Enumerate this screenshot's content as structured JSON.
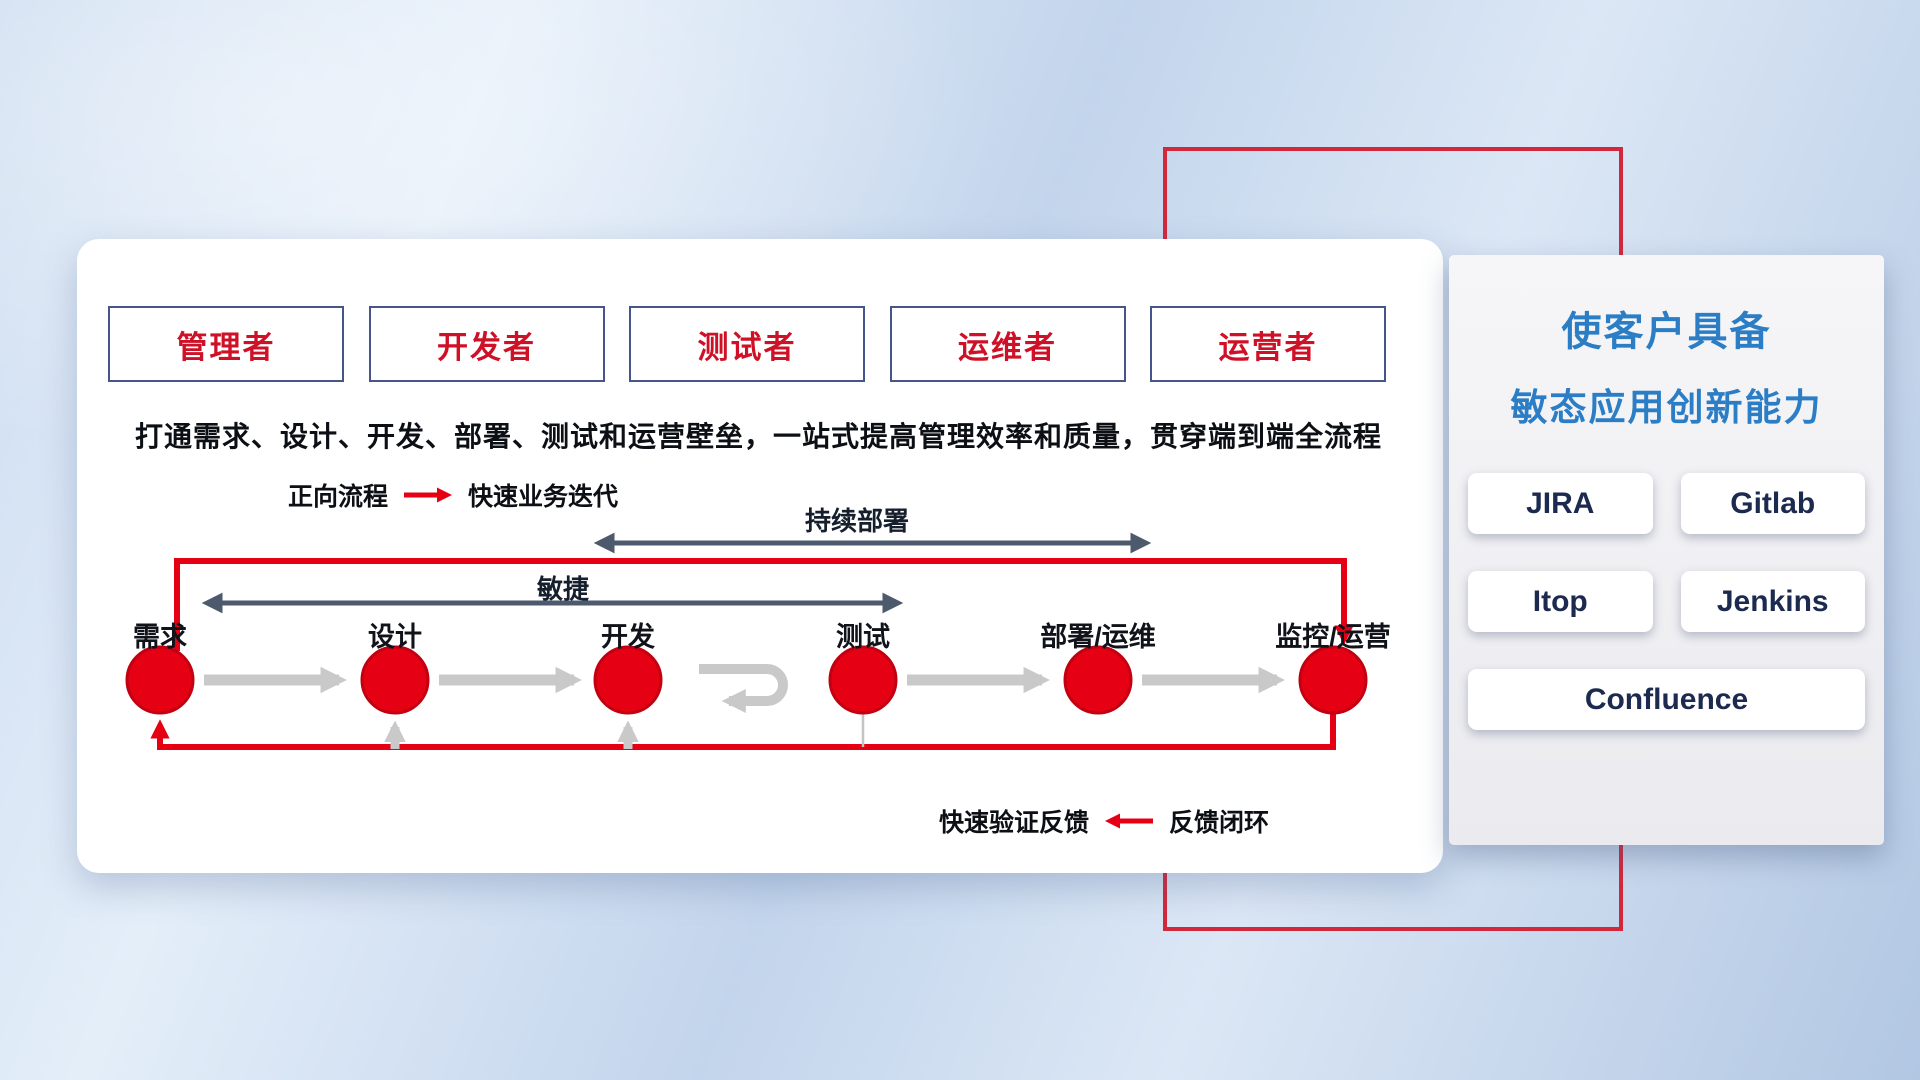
{
  "roles": [
    {
      "label": "管理者"
    },
    {
      "label": "开发者"
    },
    {
      "label": "测试者"
    },
    {
      "label": "运维者"
    },
    {
      "label": "运营者"
    }
  ],
  "subtitle": "打通需求、设计、开发、部署、测试和运营壁垒，一站式提高管理效率和质量，贯穿端到端全流程",
  "legend_forward": {
    "label": "正向流程",
    "value": "快速业务迭代"
  },
  "flow": {
    "stages": [
      "需求",
      "设计",
      "开发",
      "测试",
      "部署/运维",
      "监控/运营"
    ],
    "agile_label": "敏捷",
    "continuous_deploy_label": "持续部署"
  },
  "legend_feedback": {
    "label": "快速验证反馈",
    "value": "反馈闭环"
  },
  "capability": {
    "title_line1": "使客户具备",
    "title_line2": "敏态应用创新能力",
    "tools": [
      "JIRA",
      "Gitlab",
      "Itop",
      "Jenkins",
      "Confluence"
    ]
  },
  "colors": {
    "accent_red": "#e60014",
    "frame_red": "#d2283c",
    "title_blue": "#2b7ec5",
    "tool_navy": "#1b2a4e",
    "slate_arrow": "#4d5a6e",
    "gray_arrow": "#c9c9c9"
  }
}
